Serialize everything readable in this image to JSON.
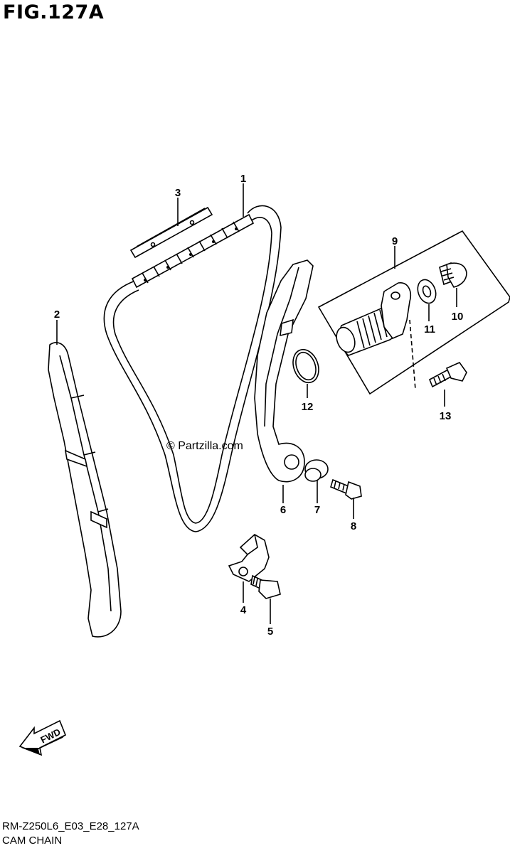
{
  "figure": {
    "title": "FIG.127A",
    "code": "RM-Z250L6_E03_E28_127A",
    "caption": "CAM CHAIN",
    "watermark": "© Partzilla.com",
    "direction_label": "FWD"
  },
  "callouts": [
    "1",
    "2",
    "3",
    "4",
    "5",
    "6",
    "7",
    "8",
    "9",
    "10",
    "11",
    "12",
    "13"
  ],
  "colors": {
    "line": "#000000",
    "background": "#ffffff"
  }
}
